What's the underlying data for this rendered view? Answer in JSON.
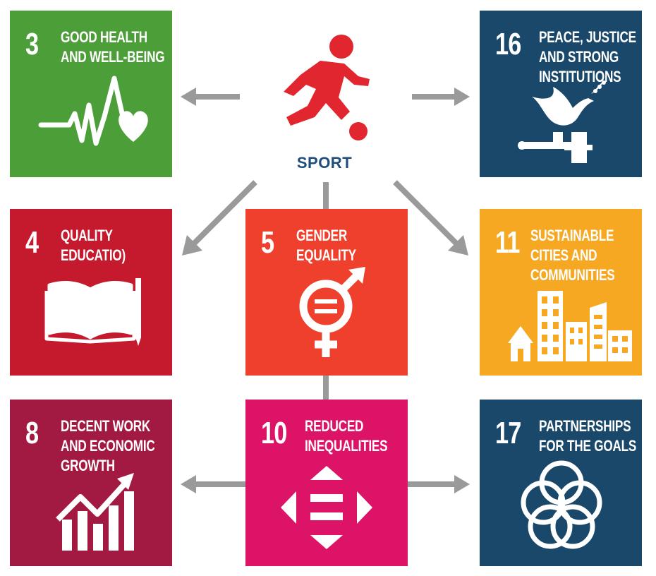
{
  "center": {
    "label": "SPORT",
    "icon": "football-player-icon",
    "color": "#e2262f"
  },
  "goals": [
    {
      "number": "3",
      "lines": [
        "GOOD HEALTH",
        "AND WELL-BEING"
      ],
      "color": "#4c9f38",
      "icon": "heartbeat-icon"
    },
    {
      "number": "16",
      "lines": [
        "PEACE, JUSTICE",
        "AND STRONG",
        "INSTITUTIONS"
      ],
      "color": "#19486a",
      "icon": "dove-gavel-icon"
    },
    {
      "number": "4",
      "lines": [
        "QUALITY",
        "EDUCATIO)"
      ],
      "color": "#c5192d",
      "icon": "book-pencil-icon"
    },
    {
      "number": "5",
      "lines": [
        "GENDER",
        "EQUALITY"
      ],
      "color": "#ef402d",
      "icon": "gender-equality-icon"
    },
    {
      "number": "11",
      "lines": [
        "SUSTAINABLE",
        "CITIES AND",
        "COMMUNITIES"
      ],
      "color": "#f6a823",
      "icon": "city-buildings-icon"
    },
    {
      "number": "8",
      "lines": [
        "DECENT WORK",
        "AND ECONOMIC",
        "GROWTH"
      ],
      "color": "#a21942",
      "icon": "growth-chart-icon"
    },
    {
      "number": "10",
      "lines": [
        "REDUCED",
        "INEQUALITIES"
      ],
      "color": "#dd1367",
      "icon": "equality-arrows-icon"
    },
    {
      "number": "17",
      "lines": [
        "PARTNERSHIPS",
        "FOR THE GOALS"
      ],
      "color": "#19486a",
      "icon": "interlinked-rings-icon"
    }
  ],
  "arrow_color": "#9a9a9a"
}
